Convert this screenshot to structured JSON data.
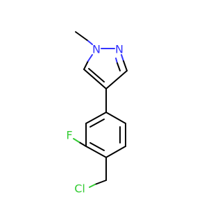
{
  "molecule": {
    "atoms": {
      "n1": "N",
      "n2": "N",
      "f": "F",
      "cl": "Cl"
    },
    "colors": {
      "nitrogen": "#3333ff",
      "fluorine": "#33cc33",
      "chlorine": "#33cc33",
      "carbon": "#000000"
    }
  }
}
